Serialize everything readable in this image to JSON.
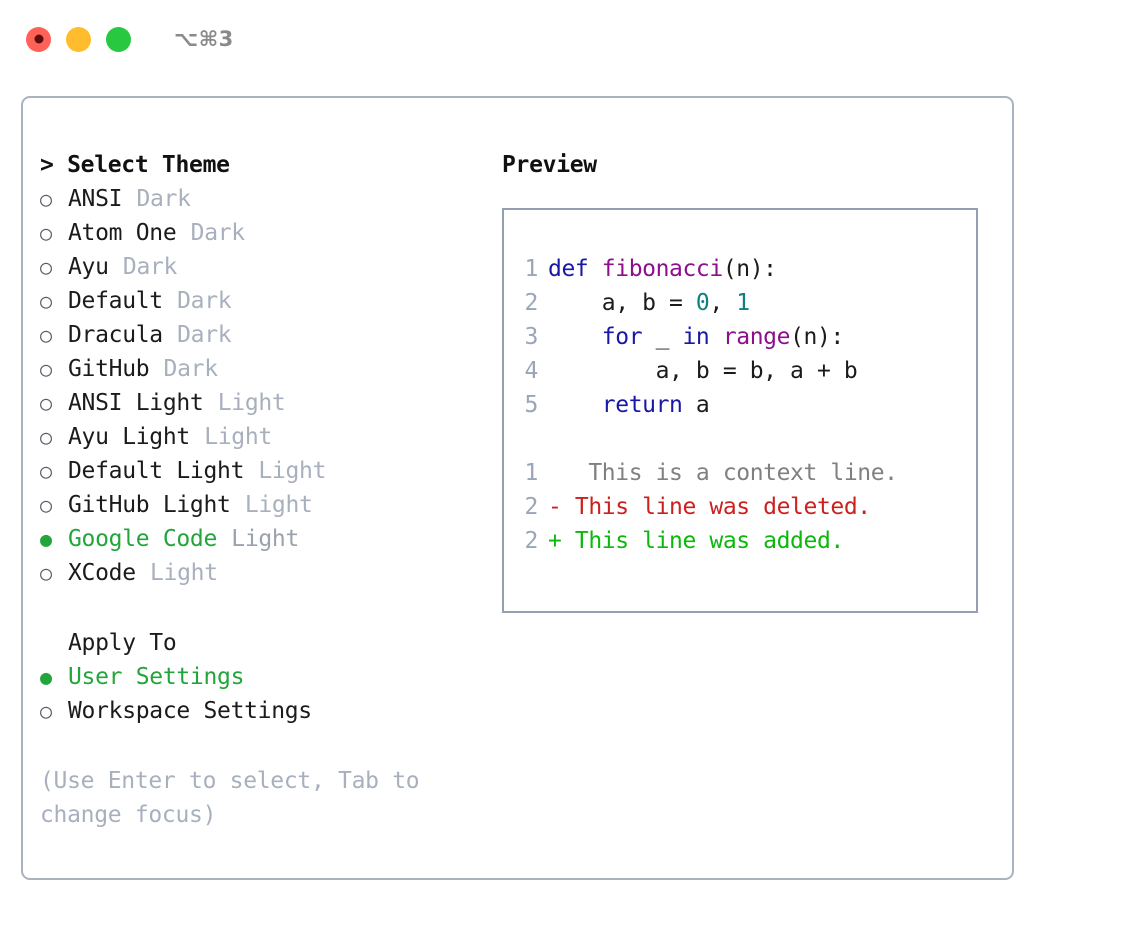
{
  "window": {
    "shortcut_hint": "⌥⌘3",
    "traffic_lights": [
      "close",
      "minimize",
      "zoom"
    ]
  },
  "theme_picker": {
    "header": "> Select Theme",
    "bullet_selected": "●",
    "bullet_unselected": "○",
    "selected_theme": "Google Code",
    "accent_color": "#22a53a",
    "items": [
      {
        "bullet": "○",
        "label": "ANSI",
        "variant": "Dark",
        "selected": false
      },
      {
        "bullet": "○",
        "label": "Atom One",
        "variant": "Dark",
        "selected": false
      },
      {
        "bullet": "○",
        "label": "Ayu",
        "variant": "Dark",
        "selected": false
      },
      {
        "bullet": "○",
        "label": "Default",
        "variant": "Dark",
        "selected": false
      },
      {
        "bullet": "○",
        "label": "Dracula",
        "variant": "Dark",
        "selected": false
      },
      {
        "bullet": "○",
        "label": "GitHub",
        "variant": "Dark",
        "selected": false
      },
      {
        "bullet": "○",
        "label": "ANSI Light",
        "variant": "Light",
        "selected": false
      },
      {
        "bullet": "○",
        "label": "Ayu Light",
        "variant": "Light",
        "selected": false
      },
      {
        "bullet": "○",
        "label": "Default Light",
        "variant": "Light",
        "selected": false
      },
      {
        "bullet": "○",
        "label": "GitHub Light",
        "variant": "Light",
        "selected": false
      },
      {
        "bullet": "●",
        "label": "Google Code",
        "variant": "Light",
        "selected": true
      },
      {
        "bullet": "○",
        "label": "XCode",
        "variant": "Light",
        "selected": false
      }
    ]
  },
  "apply_to": {
    "header": "Apply To",
    "selected_option": "User Settings",
    "items": [
      {
        "bullet": "●",
        "label": "User Settings",
        "selected": true
      },
      {
        "bullet": "○",
        "label": "Workspace Settings",
        "selected": false
      }
    ]
  },
  "hint": "(Use Enter to select, Tab to change focus)",
  "preview": {
    "title": "Preview",
    "code_lines": [
      {
        "number": "1",
        "tokens": [
          {
            "text": "def ",
            "kind": "kw"
          },
          {
            "text": "fibonacci",
            "kind": "fn"
          },
          {
            "text": "(n):",
            "kind": "plain"
          }
        ]
      },
      {
        "number": "2",
        "tokens": [
          {
            "text": "    a, b = ",
            "kind": "plain"
          },
          {
            "text": "0",
            "kind": "num"
          },
          {
            "text": ", ",
            "kind": "plain"
          },
          {
            "text": "1",
            "kind": "num"
          }
        ]
      },
      {
        "number": "3",
        "tokens": [
          {
            "text": "    ",
            "kind": "plain"
          },
          {
            "text": "for",
            "kind": "kw"
          },
          {
            "text": " _ ",
            "kind": "plain"
          },
          {
            "text": "in",
            "kind": "kw"
          },
          {
            "text": " ",
            "kind": "plain"
          },
          {
            "text": "range",
            "kind": "fn"
          },
          {
            "text": "(n):",
            "kind": "plain"
          }
        ]
      },
      {
        "number": "4",
        "tokens": [
          {
            "text": "        a, b = b, a + b",
            "kind": "plain"
          }
        ]
      },
      {
        "number": "5",
        "tokens": [
          {
            "text": "    ",
            "kind": "plain"
          },
          {
            "text": "return",
            "kind": "kw"
          },
          {
            "text": " a",
            "kind": "plain"
          }
        ]
      }
    ],
    "diff_lines": [
      {
        "number": "1",
        "marker": " ",
        "text": "  This is a context line.",
        "kind": "ctx"
      },
      {
        "number": "2",
        "marker": "-",
        "text": " This line was deleted.",
        "kind": "del"
      },
      {
        "number": "2",
        "marker": "+",
        "text": " This line was added.",
        "kind": "add"
      }
    ]
  },
  "colors": {
    "accent_green": "#22a53a",
    "keyword_blue": "#1717a8",
    "function_purple": "#8c0f8c",
    "number_teal": "#0f7f7f",
    "diff_added": "#0cb80c",
    "diff_deleted": "#cc1f1f",
    "diff_context": "#808080",
    "muted": "#a8b0bd",
    "border": "#aab2c0"
  }
}
